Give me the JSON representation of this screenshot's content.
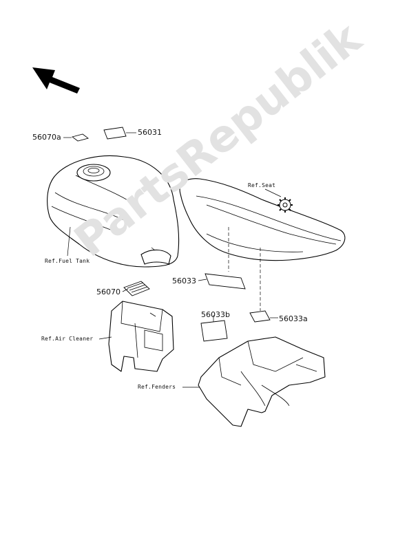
{
  "watermark": "PartsRepublik",
  "labels": {
    "part_56070a": "56070a",
    "part_56031": "56031",
    "part_56033": "56033",
    "part_56070": "56070",
    "part_56033b": "56033b",
    "part_56033a": "56033a"
  },
  "refs": {
    "seat": "Ref.Seat",
    "fuel_tank": "Ref.Fuel Tank",
    "air_cleaner": "Ref.Air Cleaner",
    "fenders": "Ref.Fenders"
  },
  "icons": {
    "direction": "front-direction-arrow-icon",
    "gear": "gear-icon"
  }
}
